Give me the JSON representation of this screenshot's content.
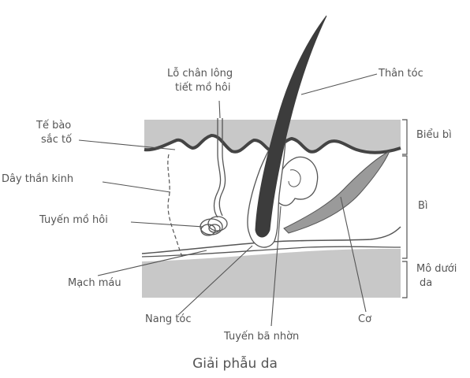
{
  "caption": "Giải phẫu da",
  "labels": {
    "pore": [
      "Lỗ chân lông",
      "tiết mồ hôi"
    ],
    "hair_shaft": "Thân tóc",
    "keratinocyte": [
      "Tế bào",
      "sắc tố"
    ],
    "nerve": "Dây thần kinh",
    "sweat_gland": "Tuyến mồ hôi",
    "blood_vessel": "Mạch máu",
    "follicle": "Nang tóc",
    "sebaceous": "Tuyến bã nhờn",
    "muscle": "Cơ",
    "epidermis": "Biểu bì",
    "dermis": "Bì",
    "subcutis": [
      "Mô dưới",
      "da"
    ]
  },
  "colors": {
    "layer_fill": "#c8c8c8",
    "line": "#555555",
    "hair": "#3c3c3c",
    "muscle": "#9a9a9a"
  }
}
